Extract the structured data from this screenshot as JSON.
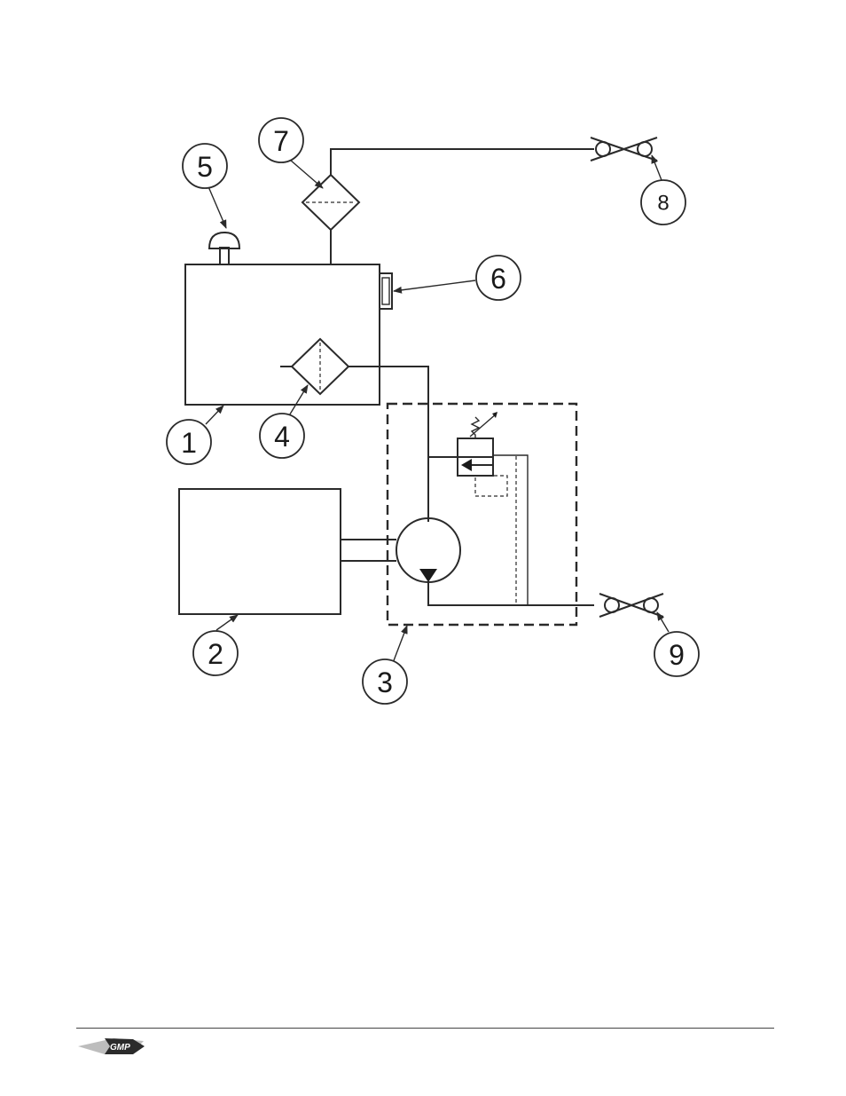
{
  "diagram": {
    "callouts": [
      {
        "id": "1",
        "label": "1"
      },
      {
        "id": "2",
        "label": "2"
      },
      {
        "id": "3",
        "label": "3"
      },
      {
        "id": "4",
        "label": "4"
      },
      {
        "id": "5",
        "label": "5"
      },
      {
        "id": "6",
        "label": "6"
      },
      {
        "id": "7",
        "label": "7"
      },
      {
        "id": "8",
        "label": "8"
      },
      {
        "id": "9",
        "label": "9"
      }
    ]
  },
  "footer": {
    "logo_text": "GMP",
    "colors": {
      "logo_dark": "#2b2b2b",
      "logo_light": "#bdbdbd"
    }
  }
}
